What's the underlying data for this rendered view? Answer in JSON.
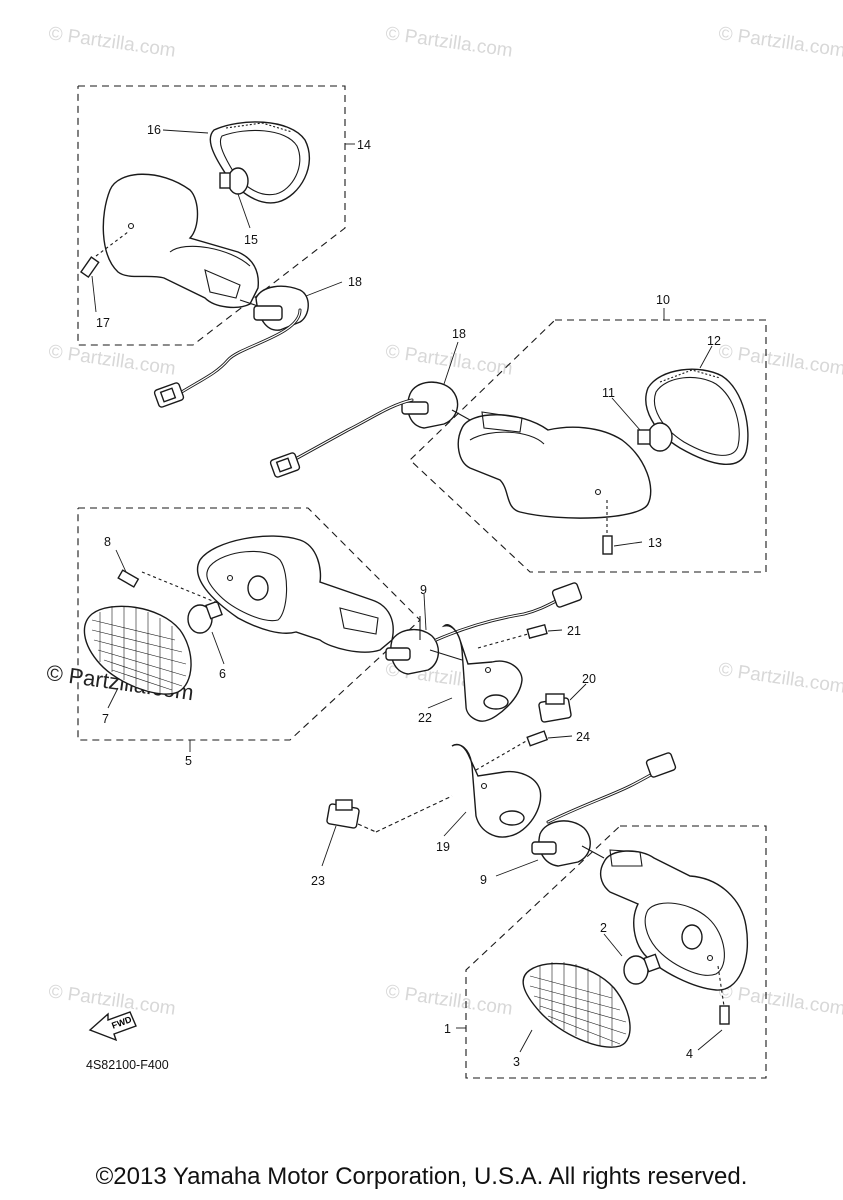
{
  "watermark": "© Partzilla.com",
  "watermark_prominent": "© Partzilla.com",
  "callouts": {
    "c1": "1",
    "c2": "2",
    "c3": "3",
    "c4": "4",
    "c5": "5",
    "c6": "6",
    "c7": "7",
    "c8": "8",
    "c9a": "9",
    "c9b": "9",
    "c10": "10",
    "c11": "11",
    "c12": "12",
    "c13": "13",
    "c14": "14",
    "c15": "15",
    "c16": "16",
    "c17": "17",
    "c18a": "18",
    "c18b": "18",
    "c19": "19",
    "c20": "20",
    "c21": "21",
    "c22": "22",
    "c23": "23",
    "c24": "24"
  },
  "fwd_label": "FWD",
  "diagram_code": "4S82100-F400",
  "copyright": "©2013 Yamaha Motor Corporation, U.S.A. All rights reserved."
}
